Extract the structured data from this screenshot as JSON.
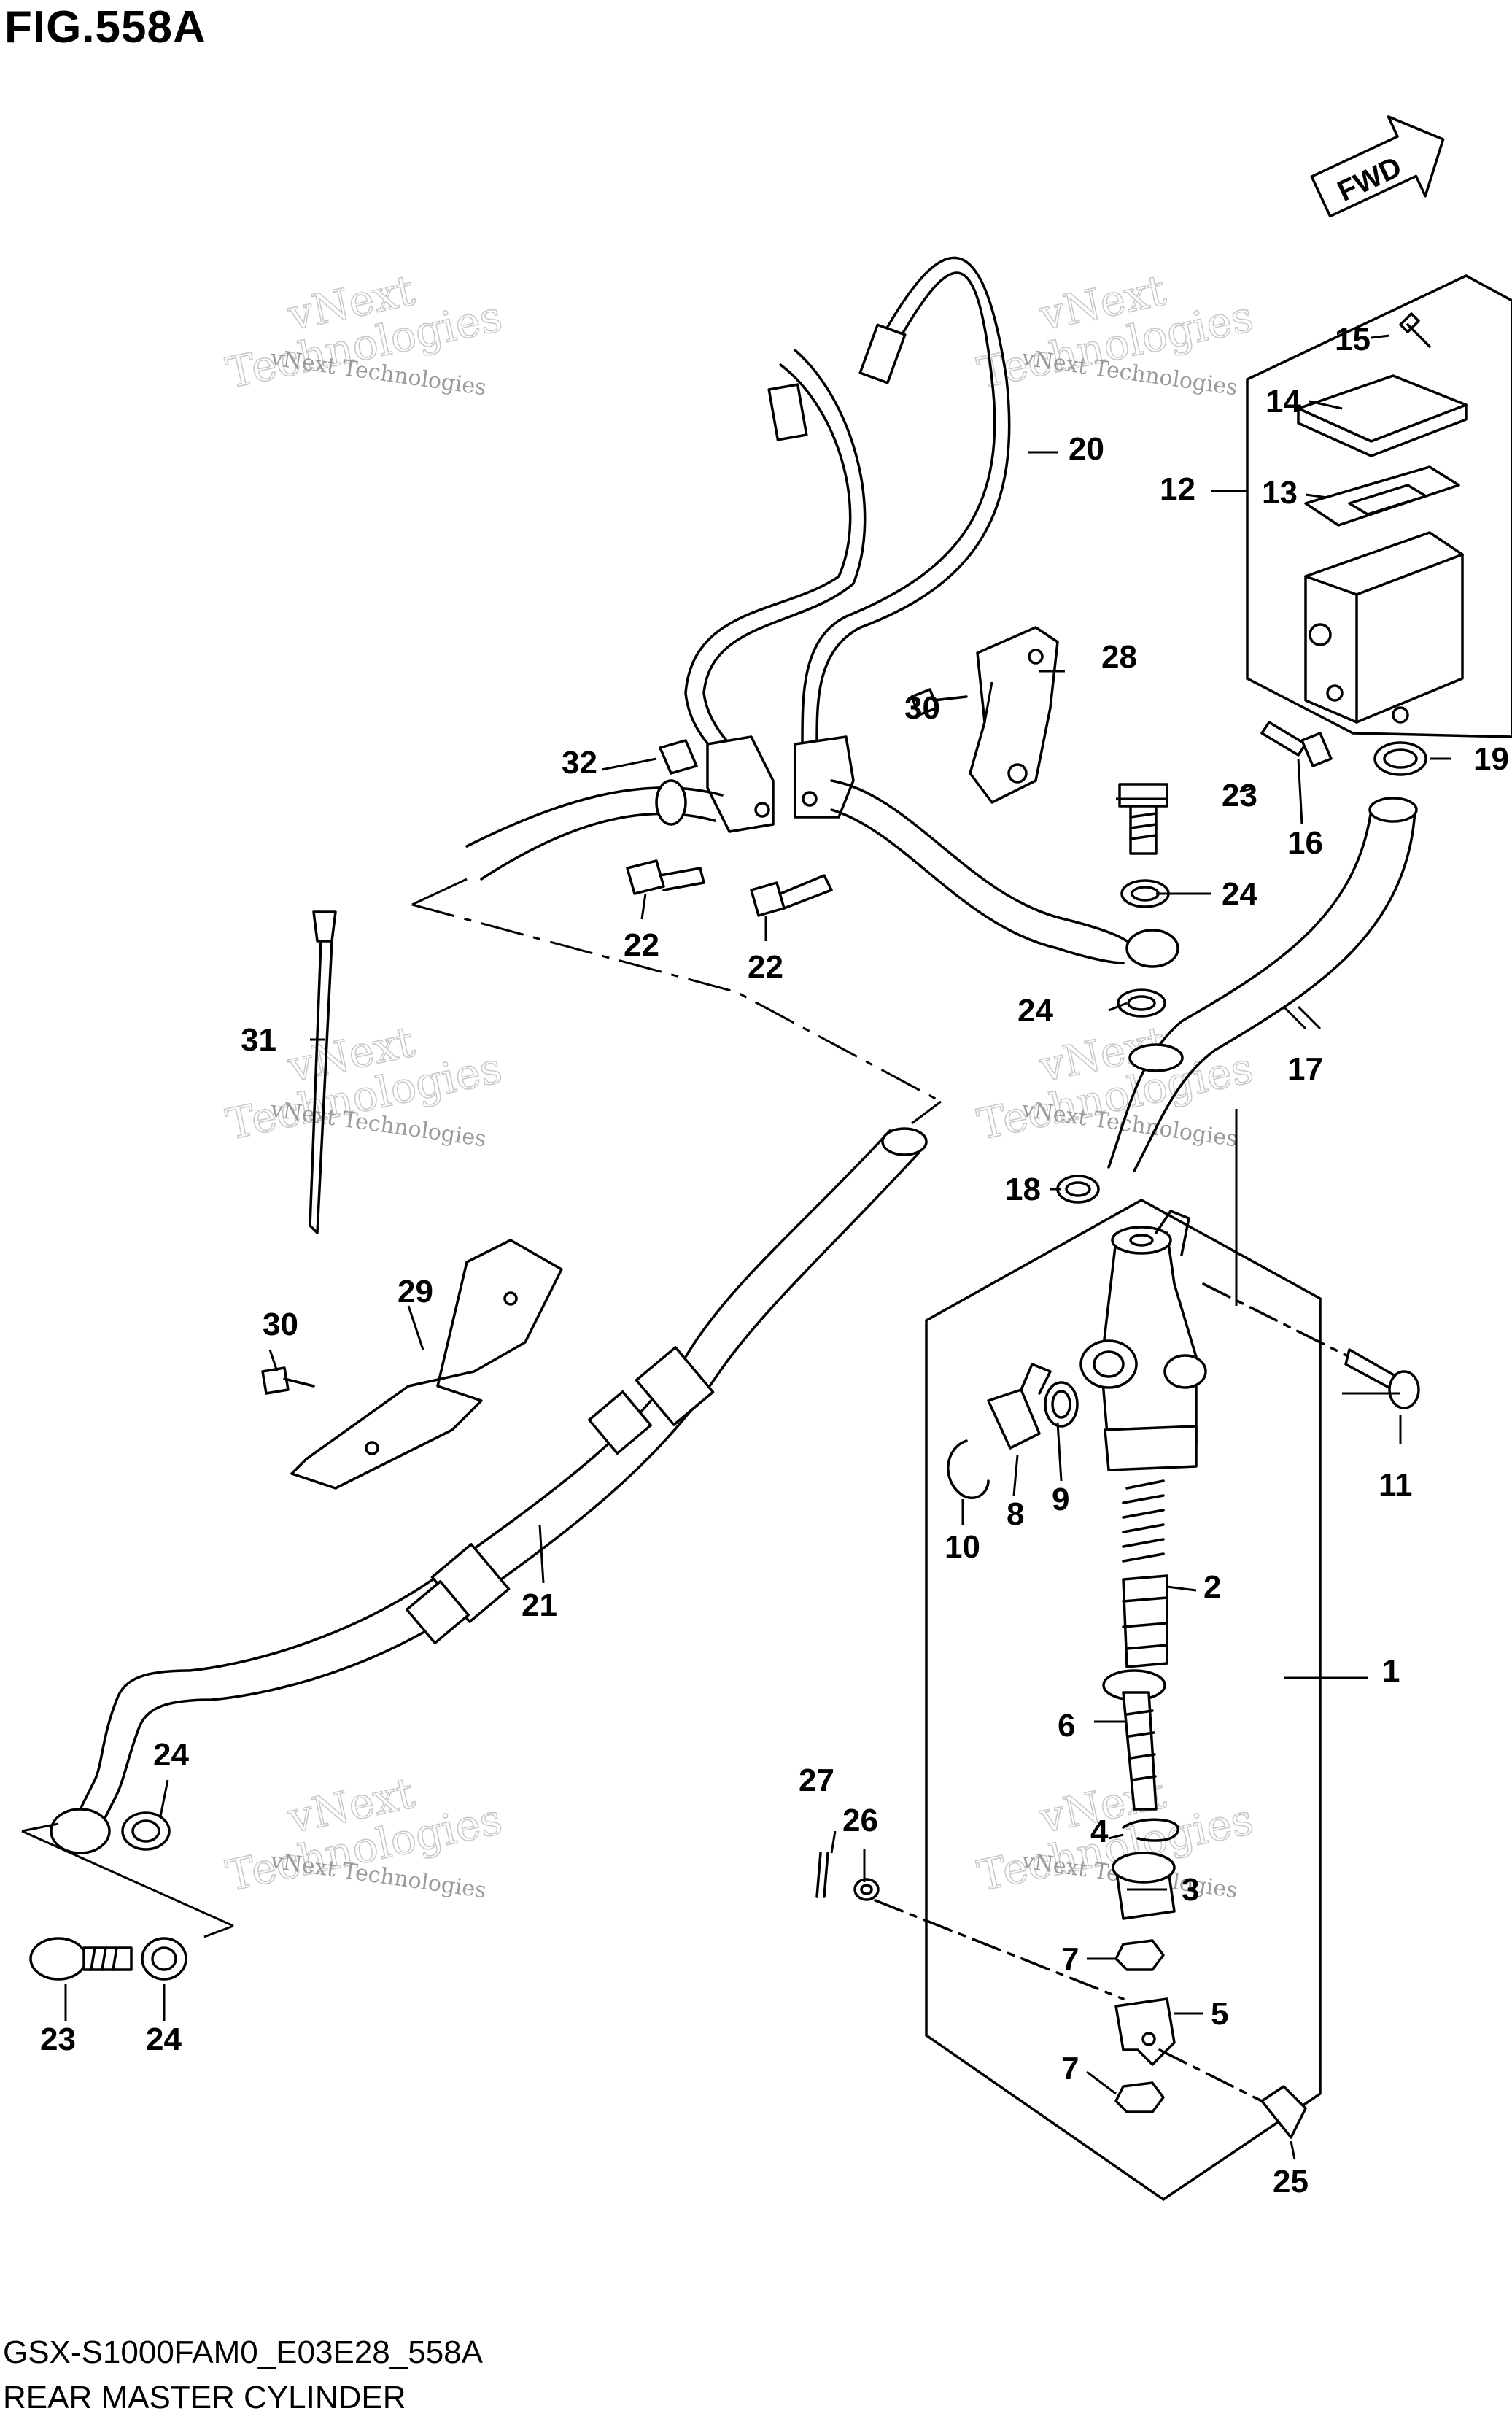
{
  "figure": {
    "title": "FIG.558A",
    "code": "GSX-S1000FAM0_E03E28_558A",
    "name": "REAR MASTER CYLINDER",
    "fwd_label": "FWD"
  },
  "watermark": {
    "line1": "vNext Technologies",
    "line2": "Technologies",
    "line3": "vNext"
  },
  "callouts": [
    "1",
    "2",
    "3",
    "4",
    "5",
    "6",
    "7",
    "7",
    "8",
    "9",
    "10",
    "11",
    "12",
    "13",
    "14",
    "15",
    "16",
    "17",
    "18",
    "19",
    "20",
    "21",
    "22",
    "22",
    "23",
    "23",
    "24",
    "24",
    "24",
    "24",
    "25",
    "26",
    "27",
    "28",
    "29",
    "30",
    "30",
    "31",
    "32"
  ],
  "icons": [
    "fwd-arrow-icon"
  ]
}
